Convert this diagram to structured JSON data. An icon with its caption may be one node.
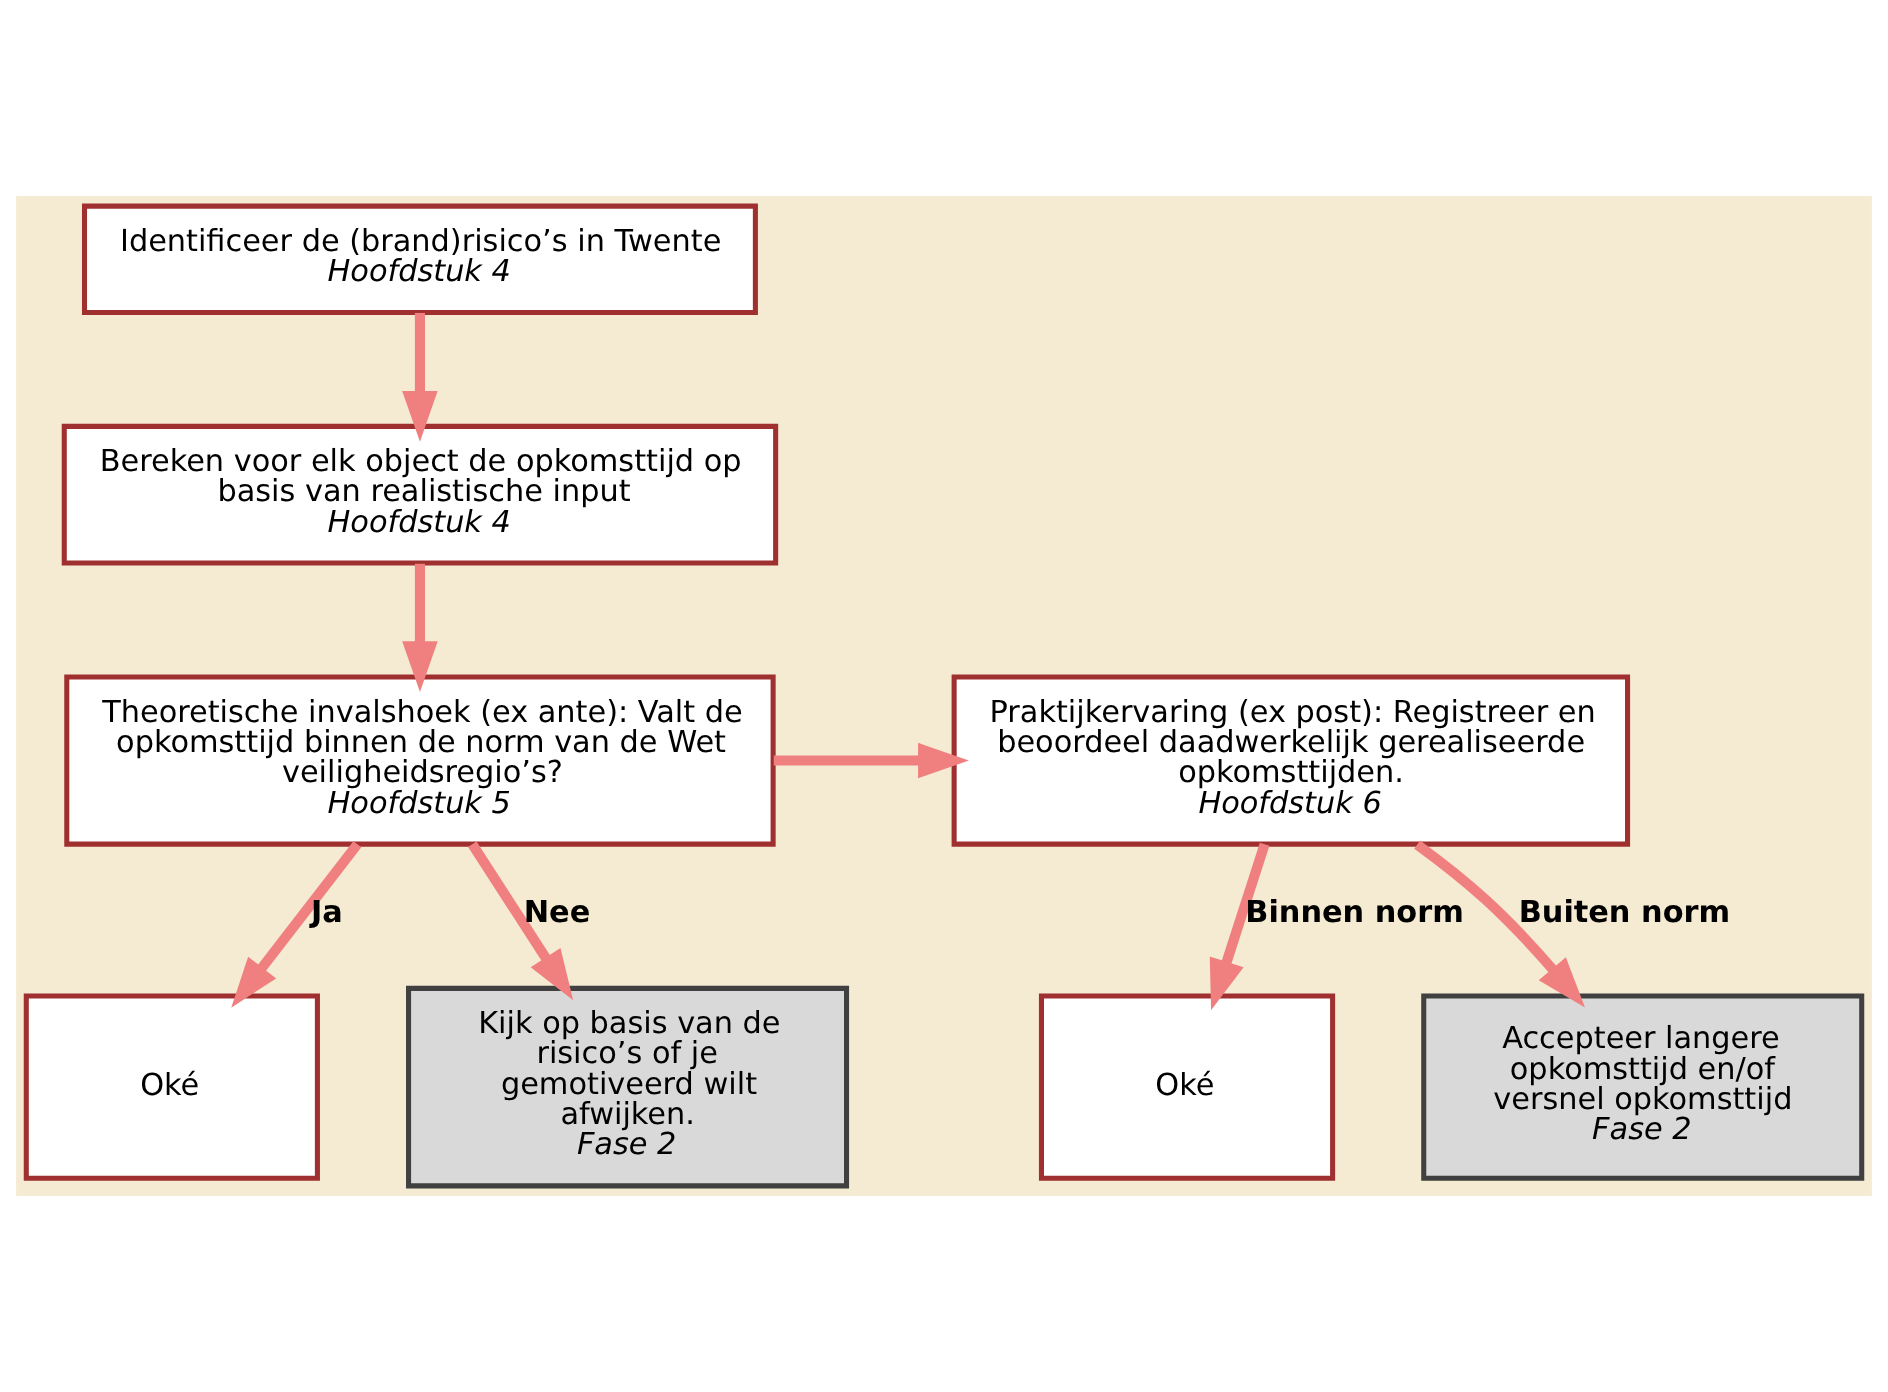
{
  "diagram": {
    "nodes": [
      {
        "text": [
          "Identificeer de (brand)risico’s in Twente",
          "Hoofdstuk 4"
        ]
      },
      {
        "text": [
          "Bereken voor elk object de opkomsttijd op basis van realistische input",
          "Hoofdstuk 4"
        ]
      },
      {
        "text": [
          "Theoretische invalshoek (ex ante): Valt de opkomsttijd binnen de norm van de Wet veiligheidsregio’s?",
          "Hoofdstuk 5"
        ]
      },
      {
        "text": [
          "Praktijkervaring (ex post): Registreer en beoordeel daadwerkelijk gerealiseerde opkomsttijden.",
          "Hoofdstuk 6"
        ]
      },
      {
        "text": [
          "Oké"
        ]
      },
      {
        "text": [
          "Kijk op basis van de risico’s of je gemotiveerd wilt afwijken.",
          "Fase 2"
        ]
      },
      {
        "text": [
          "Oké"
        ]
      },
      {
        "text": [
          "Accepteer langere opkomsttijd en/of versnel opkomsttijd",
          "Fase 2"
        ]
      }
    ],
    "edges": [
      {
        "from": 0,
        "to": 1,
        "arrow": "to"
      },
      {
        "from": 1,
        "to": 2,
        "arrow": "to"
      },
      {
        "from": 2,
        "to": 3,
        "arrow": "to"
      },
      {
        "from": 2,
        "to": 4,
        "arrow": "to",
        "label": "Ja"
      },
      {
        "from": 2,
        "to": 5,
        "arrow": "to",
        "label": "Nee"
      },
      {
        "from": 3,
        "to": 6,
        "arrow": "to",
        "label": "Binnen norm"
      },
      {
        "from": 3,
        "to": 7,
        "arrow": "to",
        "label": "Buiten norm"
      }
    ]
  }
}
